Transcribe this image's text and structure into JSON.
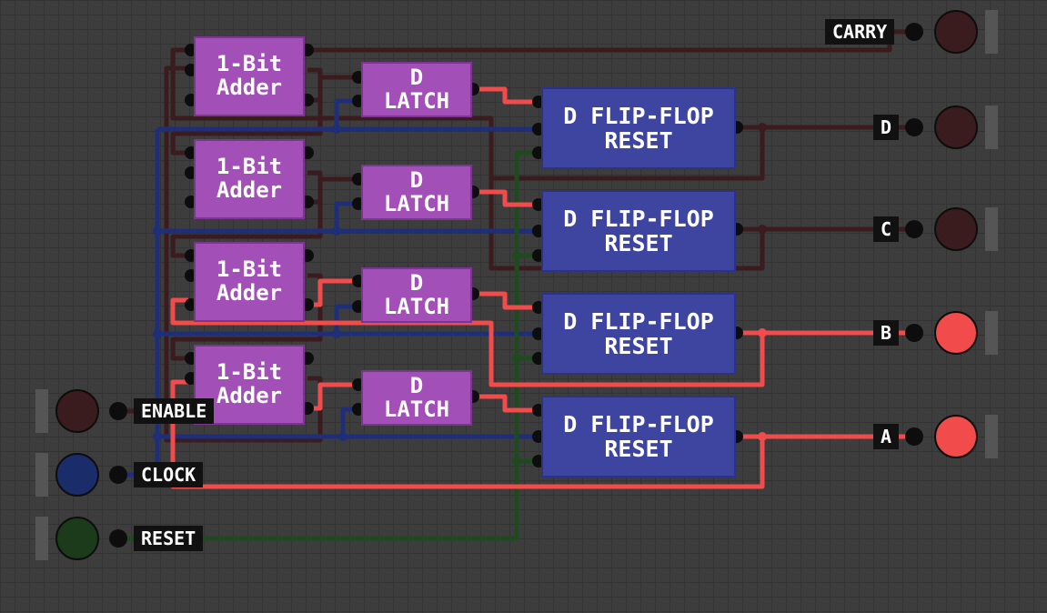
{
  "inputs": [
    {
      "key": "enable",
      "label": "ENABLE",
      "color": "#3b1c1e",
      "wire": "#3b1c1e"
    },
    {
      "key": "clock",
      "label": "CLOCK",
      "color": "#1b2c6b",
      "wire": "#1f2e78"
    },
    {
      "key": "reset",
      "label": "RESET",
      "color": "#1b3b1b",
      "wire": "#1f4a1f"
    }
  ],
  "outputs": [
    {
      "key": "carry",
      "label": "CARRY",
      "state": "off",
      "color": "#3b1c1e"
    },
    {
      "key": "d",
      "label": "D",
      "state": "off",
      "color": "#3b1c1e"
    },
    {
      "key": "c",
      "label": "C",
      "state": "off",
      "color": "#3b1c1e"
    },
    {
      "key": "b",
      "label": "B",
      "state": "on",
      "color": "#f24b4b"
    },
    {
      "key": "a",
      "label": "A",
      "state": "on",
      "color": "#f24b4b"
    }
  ],
  "chips": {
    "adder_label": "1-Bit\nAdder",
    "latch_label": "D\nLATCH",
    "flipflop_label": "D FLIP-FLOP\nRESET"
  },
  "colors": {
    "wire_off": "#3b1c1e",
    "wire_on": "#f24b4b",
    "clock_wire": "#1f2e78",
    "reset_wire": "#1f4a1f",
    "chip_purple": "#a24fb8",
    "chip_blue": "#3e45a0"
  }
}
